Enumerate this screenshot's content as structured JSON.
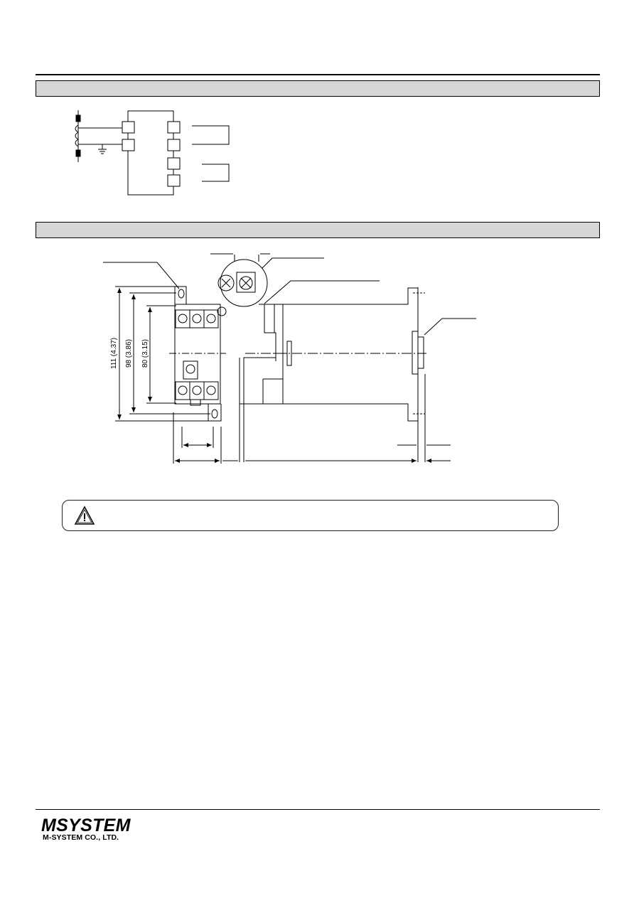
{
  "dimensions": {
    "d111": "111 (4.37)",
    "d98": "98 (3.86)",
    "d80": "80 (3.15)"
  },
  "footer": {
    "logo_text": "MSYSTEM",
    "company": "M-SYSTEM CO., LTD."
  },
  "icons": {
    "warning": "warning-triangle-icon",
    "ground": "ground-icon"
  },
  "colors": {
    "section_bar": "#d6d6d6",
    "line": "#000000"
  }
}
